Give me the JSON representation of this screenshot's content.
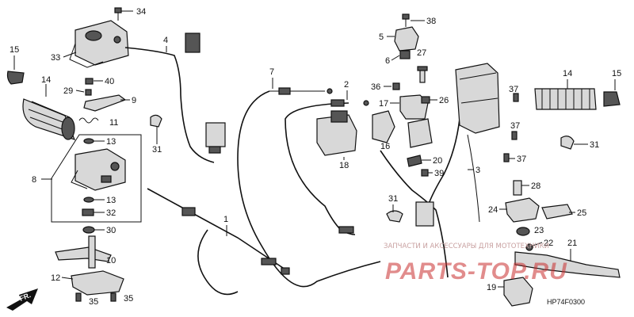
{
  "diagram": {
    "labels": [
      "34",
      "33",
      "15",
      "14",
      "29",
      "40",
      "9",
      "11",
      "31",
      "13",
      "8",
      "13",
      "32",
      "30",
      "10",
      "12",
      "35",
      "35",
      "4",
      "7",
      "1",
      "2",
      "38",
      "5",
      "6",
      "27",
      "36",
      "17",
      "26",
      "18",
      "16",
      "20",
      "39",
      "3",
      "31",
      "14",
      "15",
      "37",
      "37",
      "37",
      "31",
      "28",
      "24",
      "25",
      "23",
      "22",
      "21",
      "19"
    ],
    "diagram_code": "HP74F0300",
    "watermark_text": "ЗАПЧАСТИ И АКСЕССУАРЫ ДЛЯ МОТОТЕХНИКИ",
    "watermark_logo": "PARTS-TOP.RU",
    "direction_label": "FR."
  },
  "colors": {
    "ink": "#111111",
    "watermark": "#c93030"
  }
}
